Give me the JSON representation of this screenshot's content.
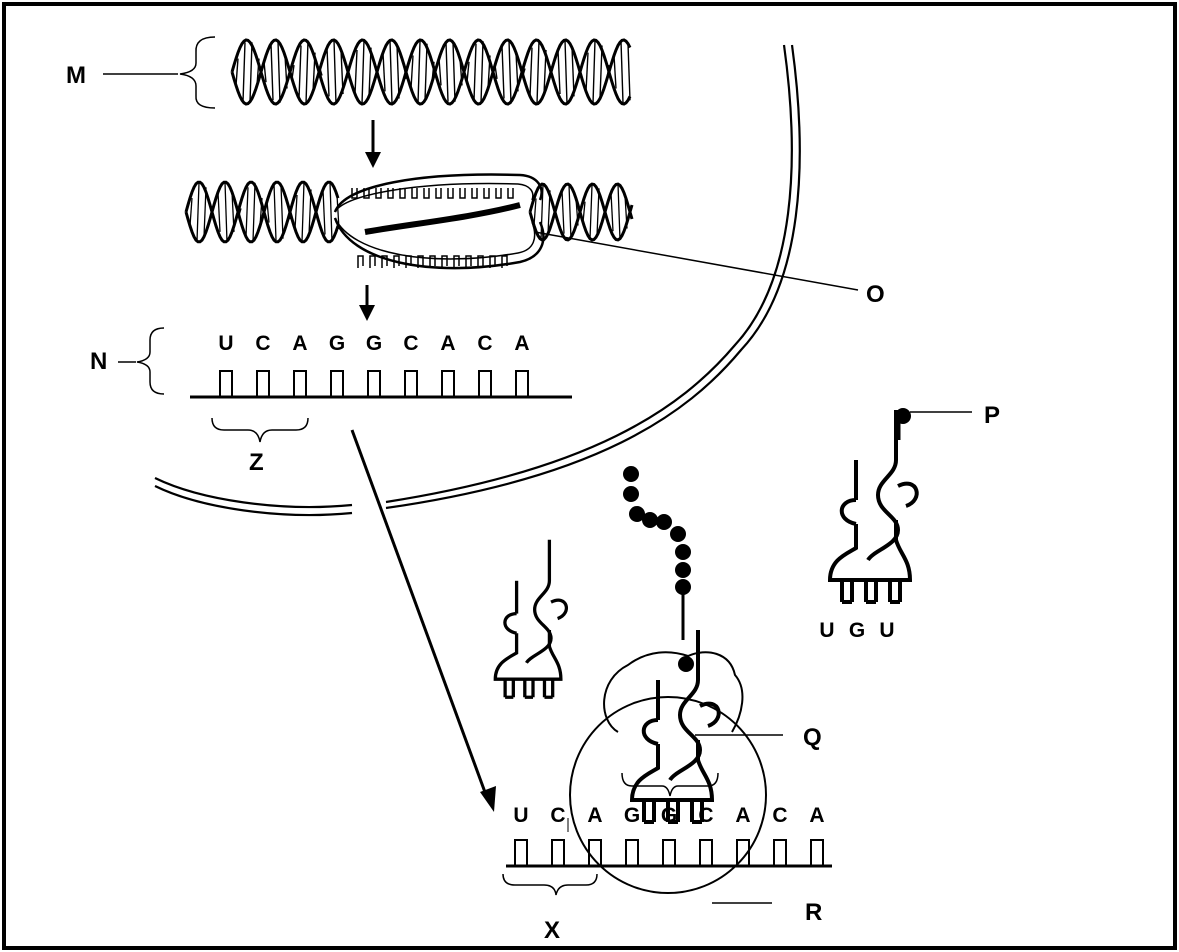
{
  "labels": {
    "M": "M",
    "N": "N",
    "O": "O",
    "P": "P",
    "Q": "Q",
    "R": "R",
    "X": "X",
    "Z": "Z"
  },
  "mrna_nucleus": [
    "U",
    "C",
    "A",
    "G",
    "G",
    "C",
    "A",
    "C",
    "A"
  ],
  "mrna_ribosome": [
    "U",
    "C",
    "A",
    "G",
    "G",
    "C",
    "A",
    "C",
    "A"
  ],
  "anticodon": [
    "U",
    "G",
    "U"
  ]
}
